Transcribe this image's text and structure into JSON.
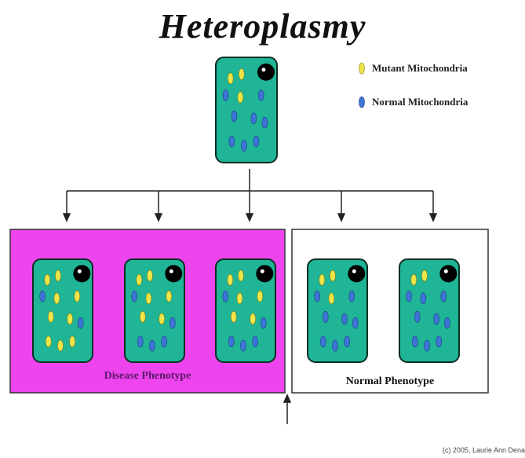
{
  "title": "Heteroplasmy",
  "legend": {
    "mutant": "Mutant Mitochondria",
    "normal": "Normal Mitochondria"
  },
  "groups": {
    "disease": "Disease Phenotype",
    "normal": "Normal Phenotype"
  },
  "credit": "(c) 2005, Laurie Ann Dena",
  "colors": {
    "cell": "#1fb596",
    "cell_border": "#0d2e22",
    "mutant": "#ece64a",
    "normal": "#3d74d6",
    "nucleus": "#000000",
    "disease_bg": "#ee44ee",
    "text_disease": "#5a1a66"
  },
  "cells": [
    {
      "id": "parent",
      "mutant": 3,
      "normal": 8
    },
    {
      "id": "d1",
      "mutant": 9,
      "normal": 2
    },
    {
      "id": "d2",
      "mutant": 6,
      "normal": 5
    },
    {
      "id": "d3",
      "mutant": 6,
      "normal": 5
    },
    {
      "id": "n1",
      "mutant": 3,
      "normal": 8
    },
    {
      "id": "n2",
      "mutant": 2,
      "normal": 9
    }
  ]
}
